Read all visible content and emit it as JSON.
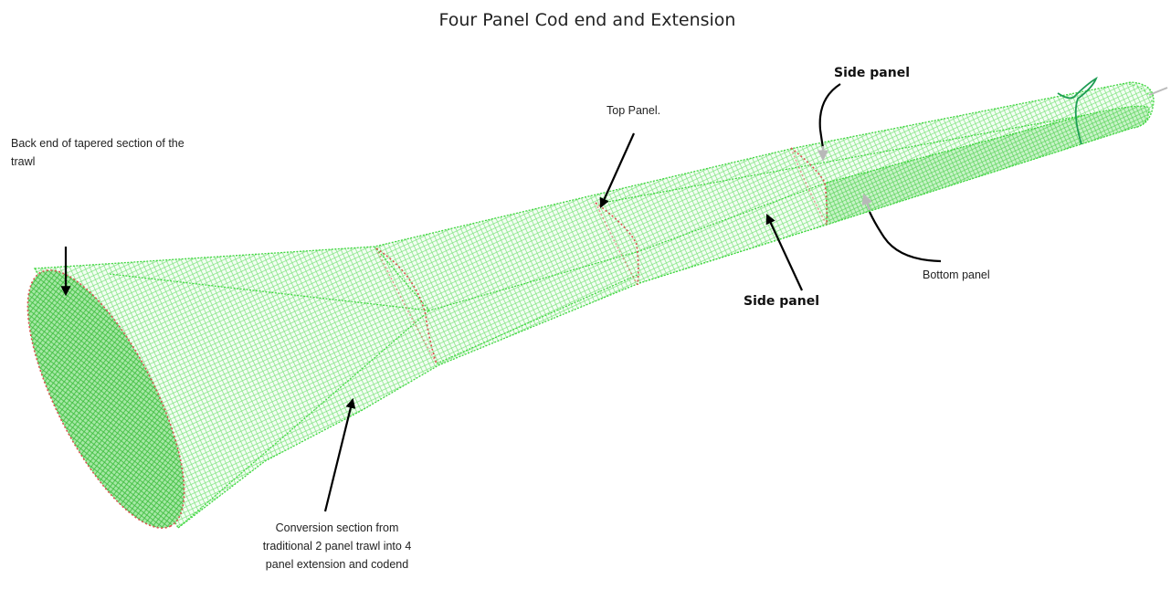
{
  "title": "Four Panel Cod end and Extension",
  "labels": {
    "back_end_line1": "Back end of tapered section of the",
    "back_end_line2": "trawl",
    "top_panel": "Top Panel.",
    "side_panel_top": "Side panel",
    "side_panel_bottom": "Side panel",
    "bottom_panel": "Bottom panel",
    "conversion_line1": "Conversion section from",
    "conversion_line2": "traditional 2 panel trawl into 4",
    "conversion_line3": "panel extension and codend"
  },
  "colors": {
    "netting": "#6fe06f",
    "netting_edge": "#3fd63f",
    "seam": "#d9534f",
    "arrow": "#000000",
    "arrow_secondary": "#b8b8b8",
    "rope": "#1f9d55"
  }
}
